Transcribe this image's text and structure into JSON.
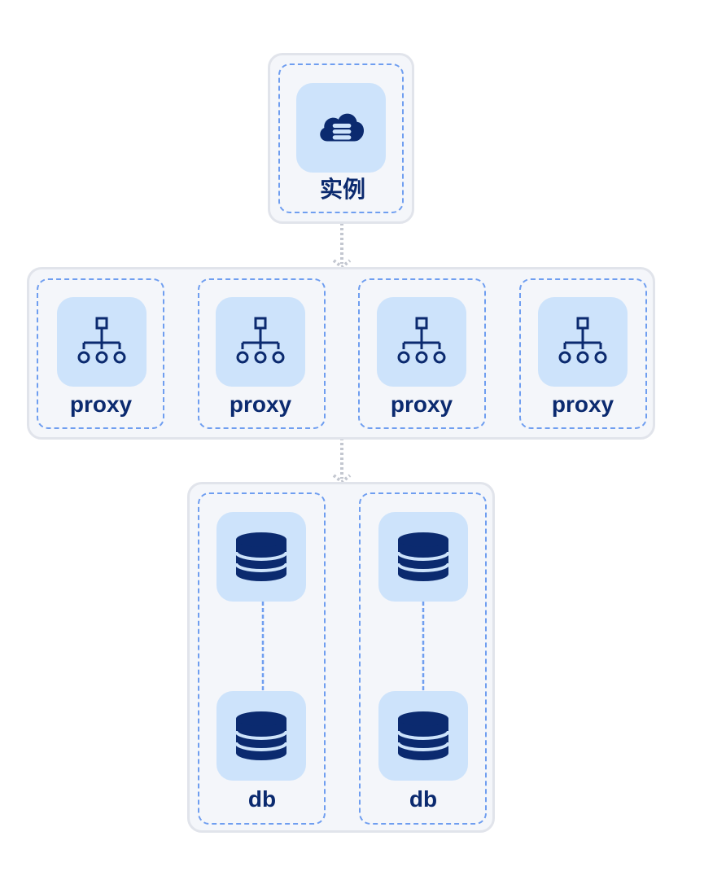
{
  "colors": {
    "icon": "#0b2a6f",
    "tile": "#cde3fb",
    "group_bg": "#f4f6fa",
    "group_border": "#e1e4eb",
    "node_border": "#6f9ef0",
    "connector": "#c3c7d0",
    "replication_line": "#6f9ef0"
  },
  "instance": {
    "label": "实例",
    "icon": "cloud-database-icon"
  },
  "proxy_tier": {
    "nodes": [
      {
        "label": "proxy",
        "icon": "network-tree-icon"
      },
      {
        "label": "proxy",
        "icon": "network-tree-icon"
      },
      {
        "label": "proxy",
        "icon": "network-tree-icon"
      },
      {
        "label": "proxy",
        "icon": "network-tree-icon"
      }
    ]
  },
  "db_tier": {
    "nodes": [
      {
        "label": "db",
        "icons": [
          "database-icon",
          "database-icon"
        ]
      },
      {
        "label": "db",
        "icons": [
          "database-icon",
          "database-icon"
        ]
      }
    ]
  }
}
